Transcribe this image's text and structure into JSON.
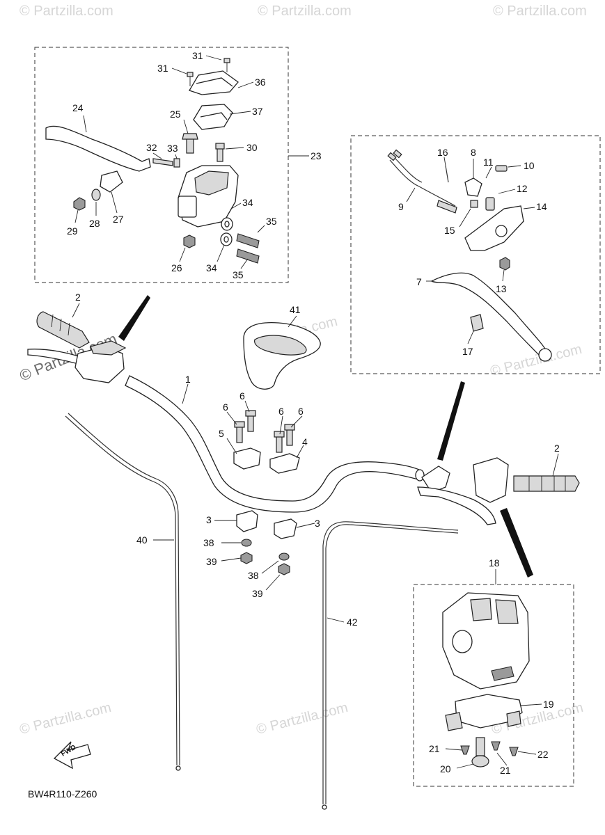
{
  "diagram": {
    "code": "BW4R110-Z260",
    "fwd_label": "FWD",
    "watermark_text": "© Partzilla.com",
    "callouts": [
      {
        "id": "c31a",
        "text": "31"
      },
      {
        "id": "c31b",
        "text": "31"
      },
      {
        "id": "c36",
        "text": "36"
      },
      {
        "id": "c37",
        "text": "37"
      },
      {
        "id": "c24",
        "text": "24"
      },
      {
        "id": "c25",
        "text": "25"
      },
      {
        "id": "c30",
        "text": "30"
      },
      {
        "id": "c32",
        "text": "32"
      },
      {
        "id": "c33",
        "text": "33"
      },
      {
        "id": "c23",
        "text": "23"
      },
      {
        "id": "c34a",
        "text": "34"
      },
      {
        "id": "c35a",
        "text": "35"
      },
      {
        "id": "c29",
        "text": "29"
      },
      {
        "id": "c28",
        "text": "28"
      },
      {
        "id": "c27",
        "text": "27"
      },
      {
        "id": "c26",
        "text": "26"
      },
      {
        "id": "c34b",
        "text": "34"
      },
      {
        "id": "c35b",
        "text": "35"
      },
      {
        "id": "c16",
        "text": "16"
      },
      {
        "id": "c8",
        "text": "8"
      },
      {
        "id": "c11",
        "text": "11"
      },
      {
        "id": "c10",
        "text": "10"
      },
      {
        "id": "c12",
        "text": "12"
      },
      {
        "id": "c14",
        "text": "14"
      },
      {
        "id": "c9",
        "text": "9"
      },
      {
        "id": "c15",
        "text": "15"
      },
      {
        "id": "c13",
        "text": "13"
      },
      {
        "id": "c7",
        "text": "7"
      },
      {
        "id": "c17",
        "text": "17"
      },
      {
        "id": "c2a",
        "text": "2"
      },
      {
        "id": "c41",
        "text": "41"
      },
      {
        "id": "c1",
        "text": "1"
      },
      {
        "id": "c6a",
        "text": "6"
      },
      {
        "id": "c6b",
        "text": "6"
      },
      {
        "id": "c6c",
        "text": "6"
      },
      {
        "id": "c6d",
        "text": "6"
      },
      {
        "id": "c5",
        "text": "5"
      },
      {
        "id": "c4",
        "text": "4"
      },
      {
        "id": "c2b",
        "text": "2"
      },
      {
        "id": "c3a",
        "text": "3"
      },
      {
        "id": "c3b",
        "text": "3"
      },
      {
        "id": "c40",
        "text": "40"
      },
      {
        "id": "c38a",
        "text": "38"
      },
      {
        "id": "c39a",
        "text": "39"
      },
      {
        "id": "c38b",
        "text": "38"
      },
      {
        "id": "c39b",
        "text": "39"
      },
      {
        "id": "c18",
        "text": "18"
      },
      {
        "id": "c42",
        "text": "42"
      },
      {
        "id": "c19",
        "text": "19"
      },
      {
        "id": "c21a",
        "text": "21"
      },
      {
        "id": "c22",
        "text": "22"
      },
      {
        "id": "c20",
        "text": "20"
      },
      {
        "id": "c21b",
        "text": "21"
      }
    ]
  }
}
